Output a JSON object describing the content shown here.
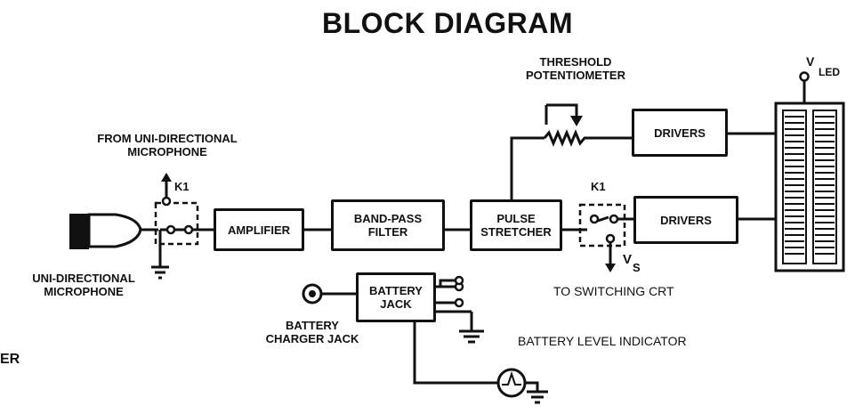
{
  "title": "BLOCK DIAGRAM",
  "blocks": {
    "amplifier": "AMPLIFIER",
    "bandpass_1": "BAND-PASS",
    "bandpass_2": "FILTER",
    "pulse_1": "PULSE",
    "pulse_2": "STRETCHER",
    "drivers_top": "DRIVERS",
    "drivers_bottom": "DRIVERS",
    "battery_jack_1": "BATTERY",
    "battery_jack_2": "JACK"
  },
  "labels": {
    "from_mic_1": "FROM UNI-DIRECTIONAL",
    "from_mic_2": "MICROPHONE",
    "k1_left": "K1",
    "k1_right": "K1",
    "uni_mic_1": "UNI-DIRECTIONAL",
    "uni_mic_2": "MICROPHONE",
    "threshold_1": "THRESHOLD",
    "threshold_2": "POTENTIOMETER",
    "vled_v": "V",
    "vled_sub": "LED",
    "vs_v": "V",
    "vs_sub": "S",
    "to_switching": "TO SWITCHING CRT",
    "charger_1": "BATTERY",
    "charger_2": "CHARGER JACK",
    "battery_level": "BATTERY LEVEL INDICATOR",
    "cut_er": "ER"
  }
}
